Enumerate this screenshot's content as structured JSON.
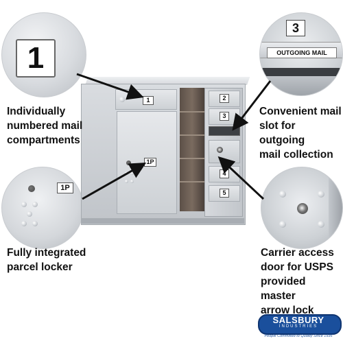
{
  "captions": {
    "compartments": [
      "Individually",
      "numbered mail",
      "compartments"
    ],
    "mail_slot": [
      "Convenient mail",
      "slot for outgoing",
      "mail collection"
    ],
    "parcel_locker": [
      "Fully integrated",
      "parcel locker"
    ],
    "carrier_door": [
      "Carrier access",
      "door for USPS",
      "provided master",
      "arrow lock"
    ]
  },
  "zoom_labels": {
    "number": "1",
    "slot_number": "3",
    "outgoing": "OUTGOING MAIL",
    "parcel": "1P"
  },
  "door_numbers": {
    "d1": "1",
    "d1p": "1P",
    "d2": "2",
    "d3": "3",
    "d4": "4",
    "d5": "5"
  },
  "logo": {
    "name": "SALSBURY",
    "sub": "INDUSTRIES",
    "tagline": "People Committed to Quality Since 1936"
  },
  "colors": {
    "metal": "#c8ccd1",
    "logo_blue": "#1a4f9c"
  }
}
